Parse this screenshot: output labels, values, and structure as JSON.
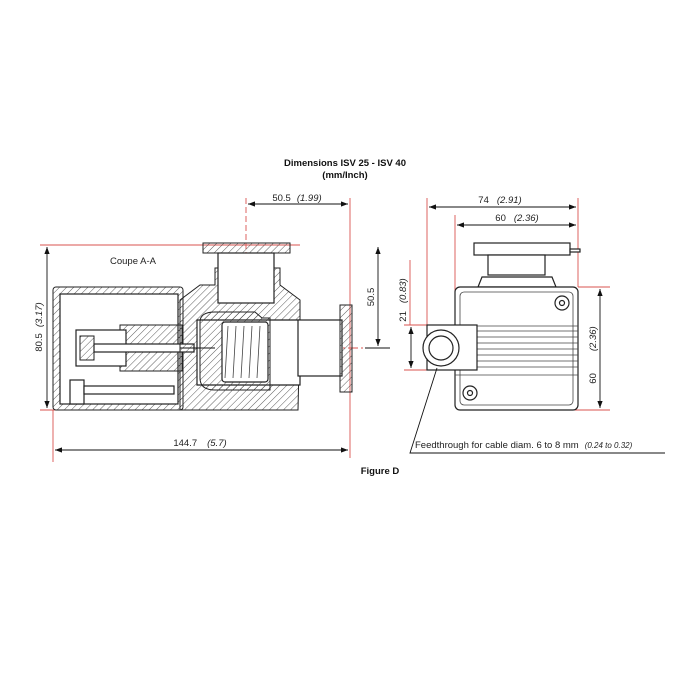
{
  "title": "Dimensions ISV 25 - ISV 40",
  "subtitle": "(mm/Inch)",
  "section_label": "Coupe A-A",
  "figure_label": "Figure D",
  "dimensions": {
    "height_total": {
      "mm": "80.5",
      "inch": "(3.17)"
    },
    "flange_offset": {
      "mm": "50.5",
      "inch": "(1.99)"
    },
    "axis_height": {
      "mm": "50.5"
    },
    "length_total": {
      "mm": "144.7",
      "inch": "(5.7)"
    },
    "width_total": {
      "mm": "74",
      "inch": "(2.91)"
    },
    "width_body": {
      "mm": "60",
      "inch": "(2.36)"
    },
    "gland_height": {
      "mm": "21",
      "inch": "(0.83)"
    },
    "body_height": {
      "mm": "60",
      "inch": "(2.36)"
    }
  },
  "feedthrough_note": {
    "text": "Feedthrough for cable diam. 6 to  8 mm",
    "inch": "(0.24 to 0.32)"
  },
  "colors": {
    "dimension_line": "#d9534f",
    "ink": "#222222"
  }
}
